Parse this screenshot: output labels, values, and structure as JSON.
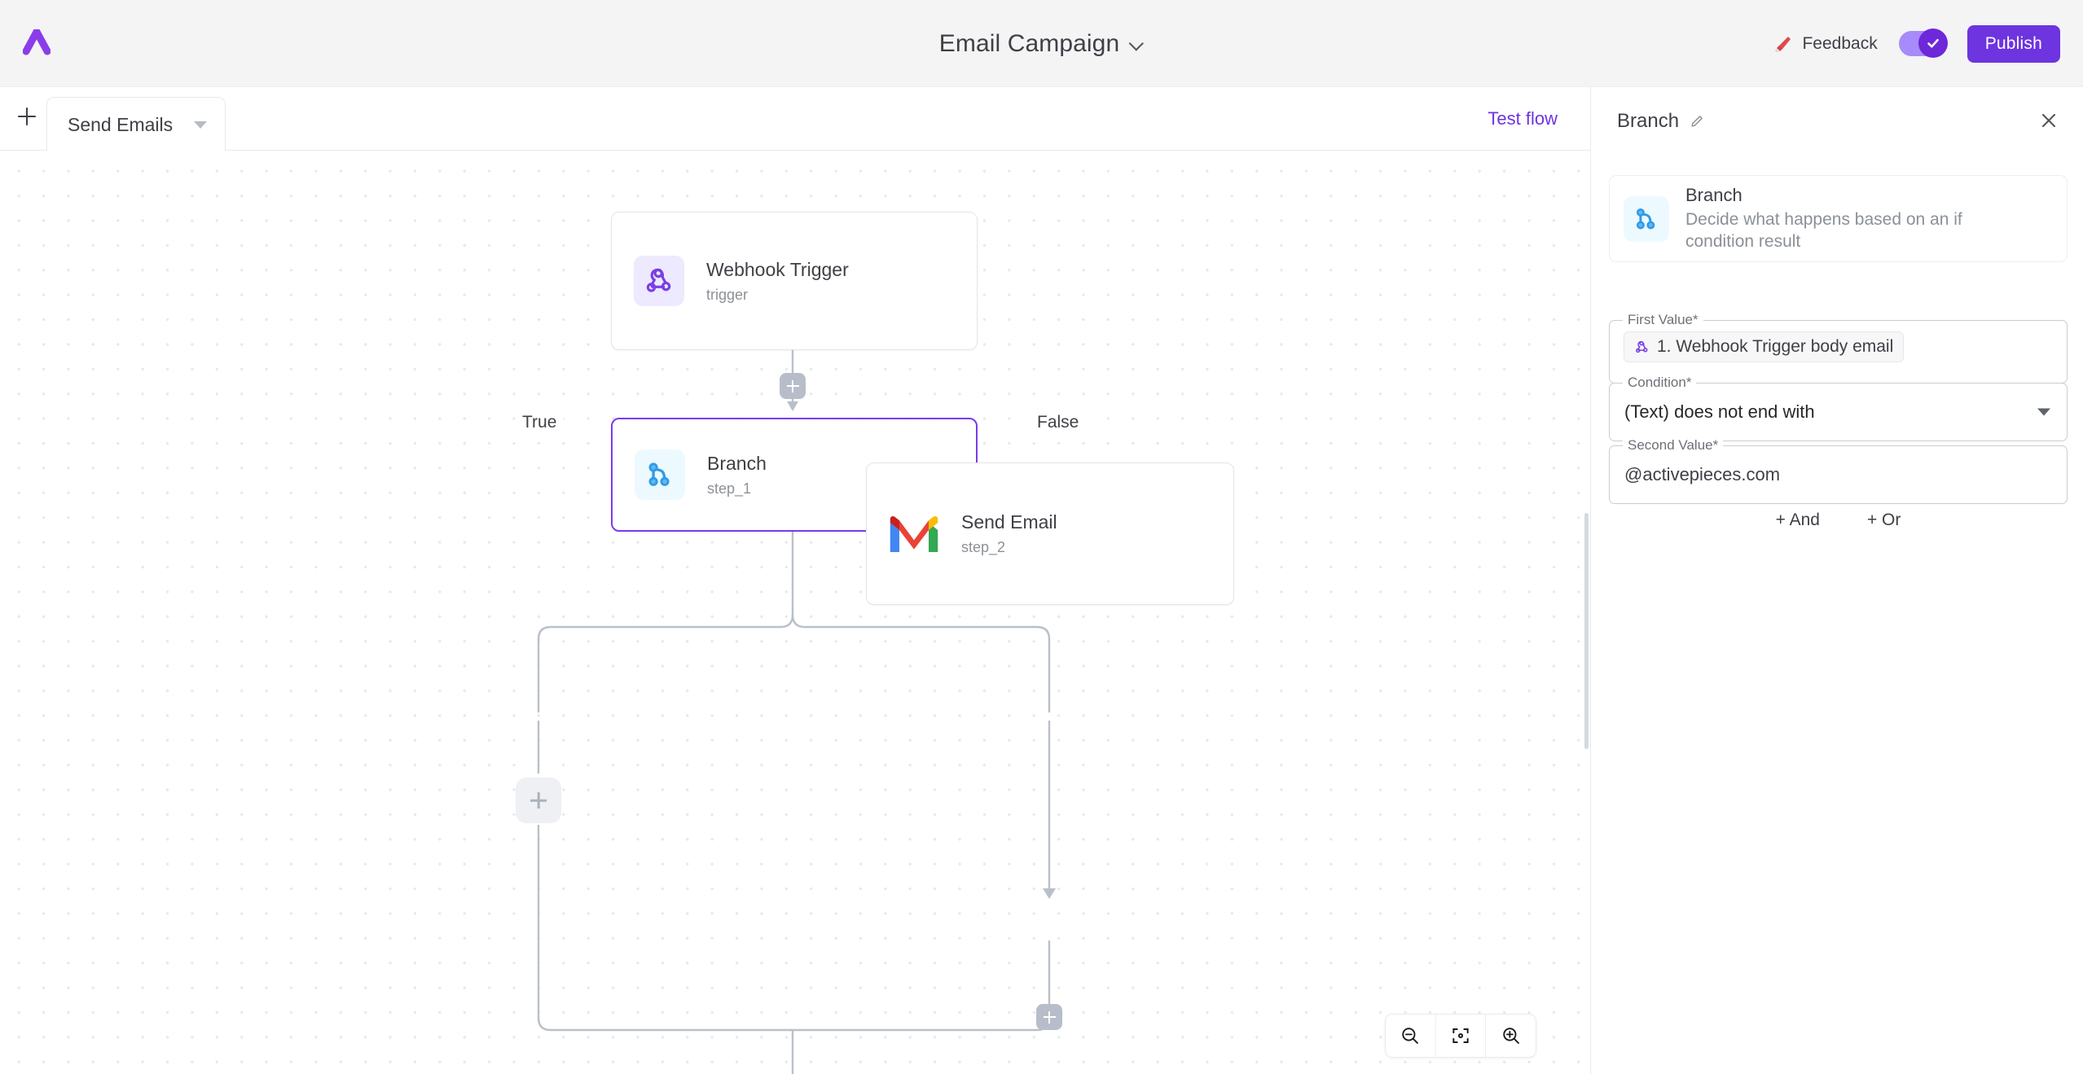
{
  "topbar": {
    "logo_icon": "activepieces-logo-icon",
    "flow_title": "Email Campaign",
    "title_chevron_icon": "chevron-down-icon",
    "feedback_label": "Feedback",
    "feedback_icon": "megaphone-icon",
    "publish_toggle_state": "on",
    "publish_toggle_icon": "check-icon",
    "publish_label": "Publish",
    "accent_purple": "#6d34e0",
    "toggle_track": "#a78bfa",
    "toggle_knob": "#6d28d9"
  },
  "subbar": {
    "add_tab_icon": "plus-icon",
    "tab_label": "Send Emails",
    "tab_caret_icon": "caret-down-icon",
    "test_flow_label": "Test flow"
  },
  "canvas": {
    "nodes": [
      {
        "id": "trigger",
        "title": "Webhook Trigger",
        "subtitle": "trigger",
        "icon": "webhook-icon",
        "selected": false
      },
      {
        "id": "step_1",
        "title": "Branch",
        "subtitle": "step_1",
        "icon": "branch-icon",
        "selected": true
      },
      {
        "id": "step_2",
        "title": "Send Email",
        "subtitle": "step_2",
        "icon": "gmail-icon",
        "selected": false
      }
    ],
    "edge_labels": {
      "true": "True",
      "false": "False"
    },
    "add_buttons": {
      "after_trigger": "+",
      "true_branch_placeholder": "+",
      "after_send_email": "+"
    },
    "zoom_controls": {
      "zoom_out_icon": "zoom-out-icon",
      "fit_view_icon": "fit-to-screen-icon",
      "zoom_in_icon": "zoom-in-icon"
    }
  },
  "panel": {
    "header_title": "Branch",
    "edit_icon": "pencil-icon",
    "close_icon": "close-icon",
    "piece": {
      "title": "Branch",
      "description": "Decide what happens based on an if condition result",
      "icon": "branch-icon"
    },
    "fields": {
      "first_value": {
        "label": "First Value*",
        "token_icon": "webhook-icon",
        "token_text": "1. Webhook Trigger body email"
      },
      "condition": {
        "label": "Condition*",
        "value": "(Text) does not end with",
        "arrow_icon": "caret-down-icon"
      },
      "second_value": {
        "label": "Second Value*",
        "value": "@activepieces.com"
      }
    },
    "logic": {
      "and_label": "+ And",
      "or_label": "+ Or"
    }
  }
}
